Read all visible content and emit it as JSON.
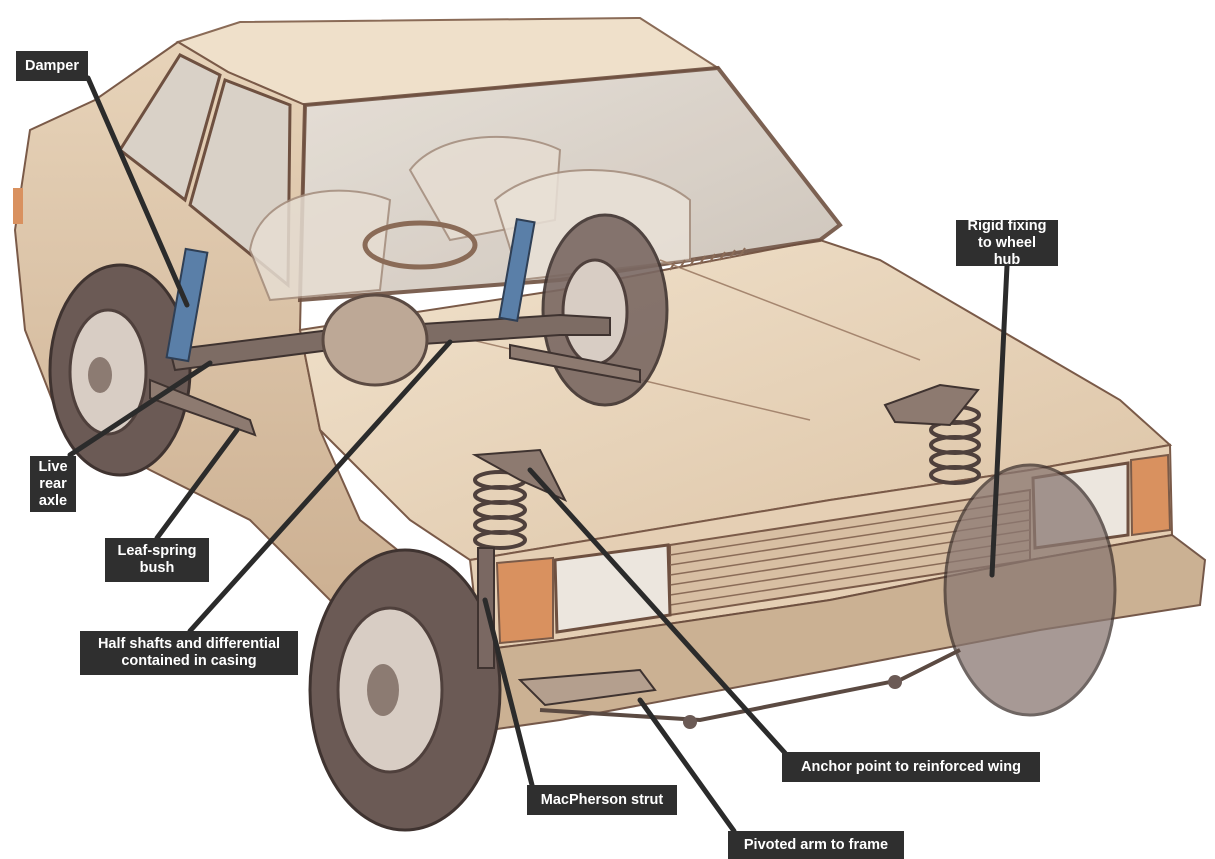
{
  "labels": {
    "damper": "Damper",
    "rigid_fixing": "Rigid fixing\nto wheel hub",
    "live_rear_axle": "Live\nrear\naxle",
    "leaf_spring_bush": "Leaf-spring\nbush",
    "half_shafts": "Half shafts and differential\ncontained in casing",
    "anchor_point": "Anchor point to reinforced wing",
    "macpherson": "MacPherson strut",
    "pivoted_arm": "Pivoted arm to frame"
  },
  "colors": {
    "body": "#ead6bd",
    "body_shadow": "#c9ad8e",
    "outline": "#7a5a48",
    "tyre": "#6b5a55",
    "tyre_dark": "#4f403c",
    "callout_bg": "#2f2f2f",
    "callout_text": "#ffffff",
    "leader_line": "#2b2b2b",
    "indicator": "#d9915f"
  }
}
